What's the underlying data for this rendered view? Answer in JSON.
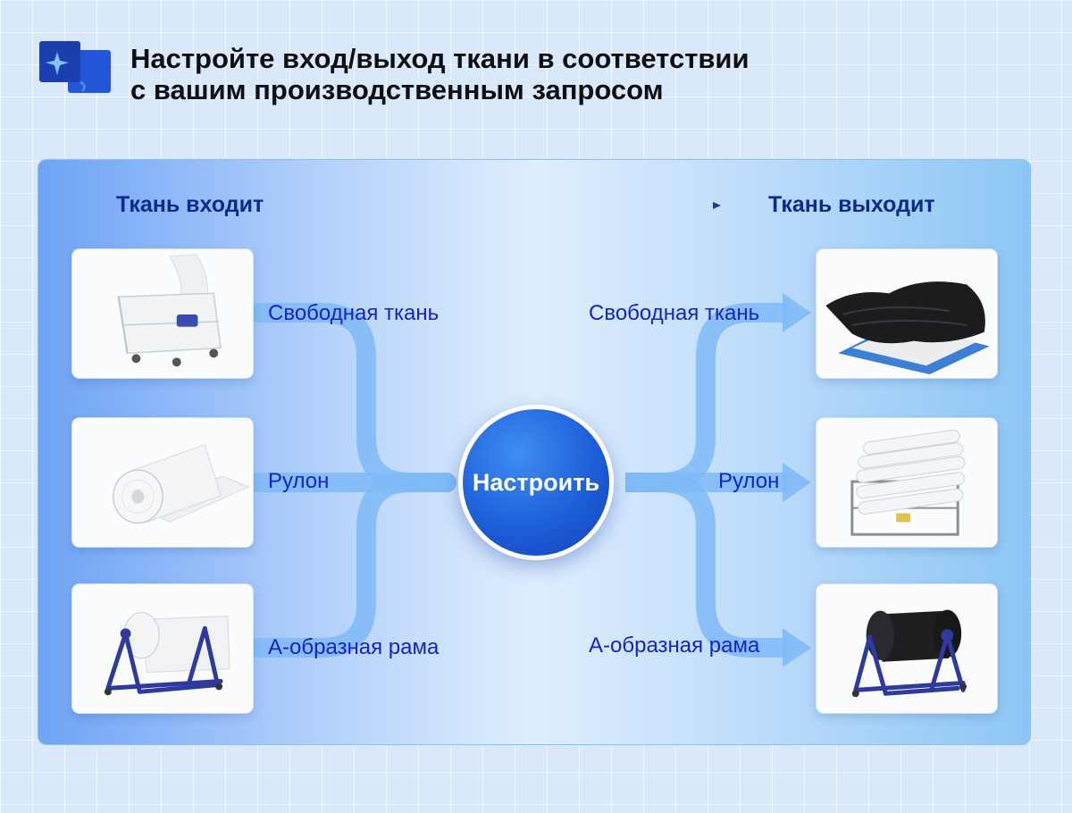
{
  "header": {
    "title_line1": "Настройте вход/выход ткани в соответствии",
    "title_line2": "с вашим производственным запросом"
  },
  "diagram": {
    "input_heading": "Ткань входит",
    "output_heading": "Ткань выходит",
    "center_label": "Настроить",
    "inputs": [
      {
        "label": "Свободная ткань",
        "image": "fabric-cart-photo"
      },
      {
        "label": "Рулон",
        "image": "white-fabric-roll-photo"
      },
      {
        "label": "А-образная рама",
        "image": "a-frame-white-roll-photo"
      }
    ],
    "outputs": [
      {
        "label": "Свободная ткань",
        "image": "black-fabric-on-pallet-photo"
      },
      {
        "label": "Рулон",
        "image": "stacked-rolls-crate-photo"
      },
      {
        "label": "А-образная рама",
        "image": "a-frame-black-roll-photo"
      }
    ]
  },
  "colors": {
    "heading": "#0e2a8a",
    "label": "#1423c8",
    "hub": "#1d5fd8",
    "flow": "#7fbaf7",
    "frame": "#2e3a9e"
  }
}
